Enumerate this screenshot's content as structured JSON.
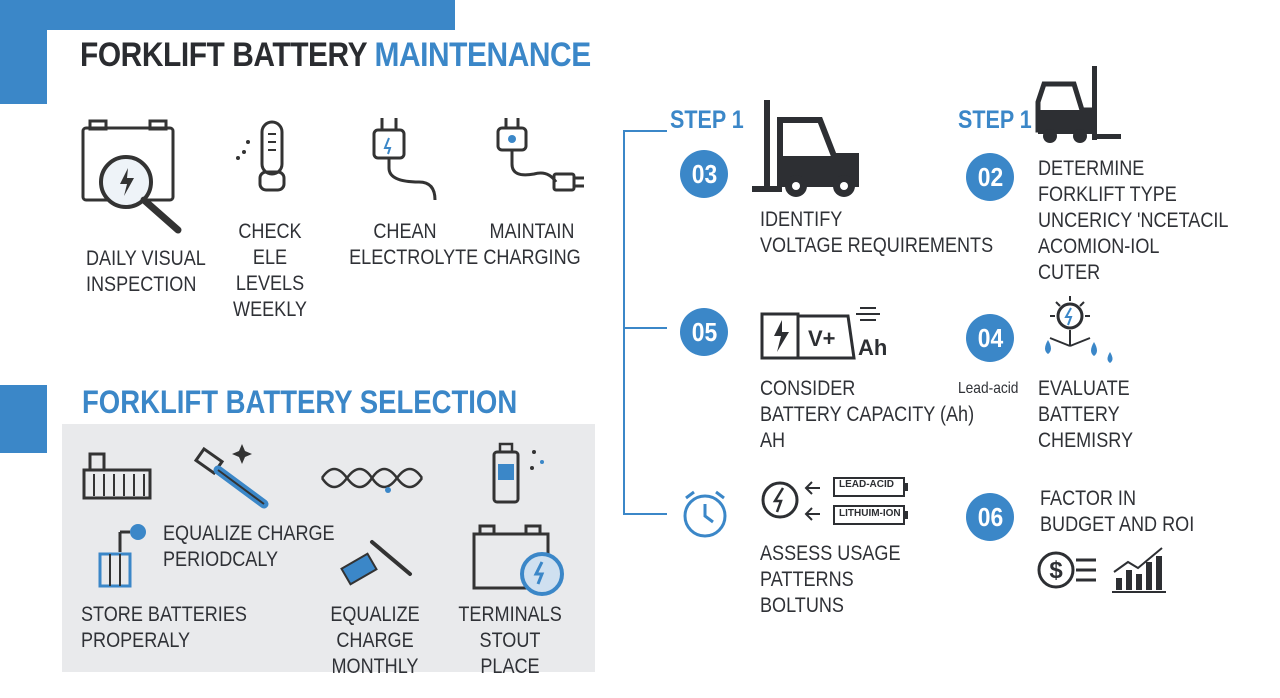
{
  "maintenance": {
    "title_part1": "FORKLIFT BATTERY",
    "title_part2": "MAINTENANCE",
    "items": [
      {
        "label": "DAILY VISUAL\nINSPECTION",
        "icon": "battery-inspection-icon"
      },
      {
        "label": "CHECK\nELE\nLEVELS\nWEEKLY",
        "icon": "electrolyte-gauge-icon"
      },
      {
        "label": "CHEAN\nELECTROLYTE",
        "icon": "plug-icon"
      },
      {
        "label": "MAINTAIN\nCHARGING",
        "icon": "charger-plug-icon"
      }
    ]
  },
  "selection": {
    "title": "FORKLIFT BATTERY SELECTION",
    "items": [
      {
        "label": "EQUALIZE CHARGE\nPERIODCALY",
        "icon": "brush-icon"
      },
      {
        "label": "STORE BATTERIES\nPROPERALY",
        "icon": "storage-icon"
      },
      {
        "label": "EQUALIZE CHARGE\nMONTHLY",
        "icon": "brush-icon"
      },
      {
        "label": "TERMINALS\nSTOUT PLACE",
        "icon": "battery-cycle-icon"
      }
    ]
  },
  "steps": {
    "step_label_a": "STEP 1",
    "step_label_b": "STEP 1",
    "items": [
      {
        "number": "03",
        "text": "IDENTIFY\nVOLTAGE REQUIREMENTS"
      },
      {
        "number": "02",
        "text": "DETERMINE\nFORKLIFT TYPE\nUNCERICY 'NCETACIL\nACOMION-IOL\nCUTER"
      },
      {
        "number": "05",
        "text": "CONSIDER\nBATTERY CAPACITY (Ah)\nAH"
      },
      {
        "number": "04",
        "text": "EVALUATE\nBATTERY\nCHEMISRY",
        "side_label": "Lead-acid"
      },
      {
        "number": "",
        "text": "ASSESS USAGE\nPATTERNS\nBOLTUNS"
      },
      {
        "number": "06",
        "text": "FACTOR IN\nBUDGET AND ROI"
      }
    ],
    "capacity_icon_v": "V+",
    "capacity_icon_ah": "Ah",
    "chem_lead": "LEAD-ACID",
    "chem_lithium": "LITHUIM-ION"
  },
  "colors": {
    "accent": "#3b87c8",
    "text": "#2d2f33",
    "panel": "#e9eaec"
  }
}
